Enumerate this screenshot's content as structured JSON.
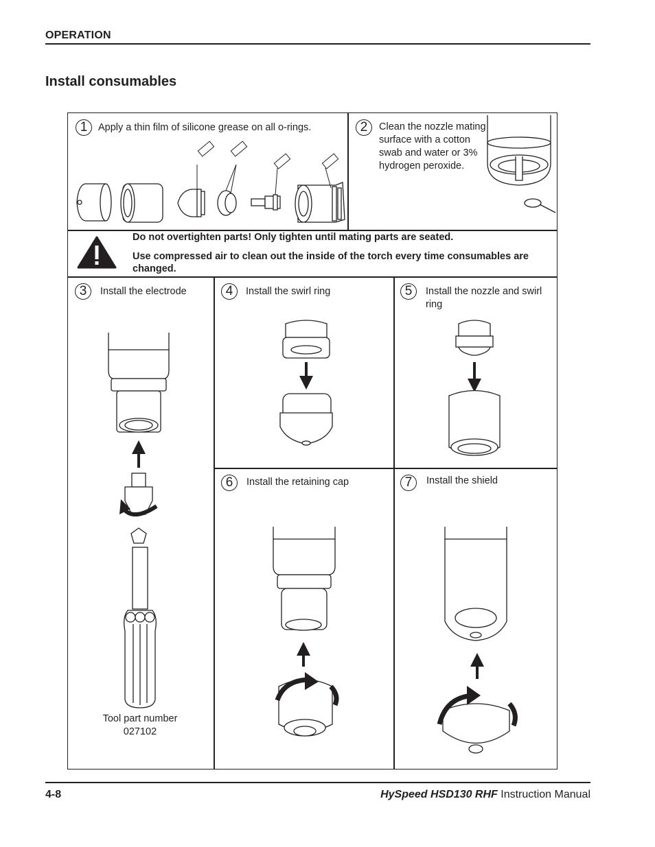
{
  "header": {
    "section": "OPERATION"
  },
  "title": "Install consumables",
  "steps": {
    "s1": {
      "num": "1",
      "text": "Apply a thin film of silicone grease on all o-rings."
    },
    "s2": {
      "num": "2",
      "text": "Clean the nozzle mating surface with a cotton swab and water or 3% hydrogen peroxide."
    },
    "s3": {
      "num": "3",
      "text": "Install the electrode"
    },
    "s4": {
      "num": "4",
      "text": "Install the swirl ring"
    },
    "s5": {
      "num": "5",
      "text": "Install the nozzle and swirl ring"
    },
    "s6": {
      "num": "6",
      "text": "Install the retaining cap"
    },
    "s7": {
      "num": "7",
      "text": "Install the shield"
    }
  },
  "warning": {
    "line1": "Do not overtighten parts! Only tighten until mating parts are seated.",
    "line2": "Use compressed air to clean out the inside of the torch every time consumables are changed."
  },
  "tool": {
    "label": "Tool part number",
    "number": "027102"
  },
  "footer": {
    "page": "4-8",
    "product": "HySpeed HSD130 RHF",
    "doc": "Instruction Manual"
  },
  "icons": [
    "warning-triangle-icon",
    "silicone-tube-icon",
    "arrow-up-icon",
    "arrow-down-icon",
    "rotate-arrow-icon"
  ]
}
